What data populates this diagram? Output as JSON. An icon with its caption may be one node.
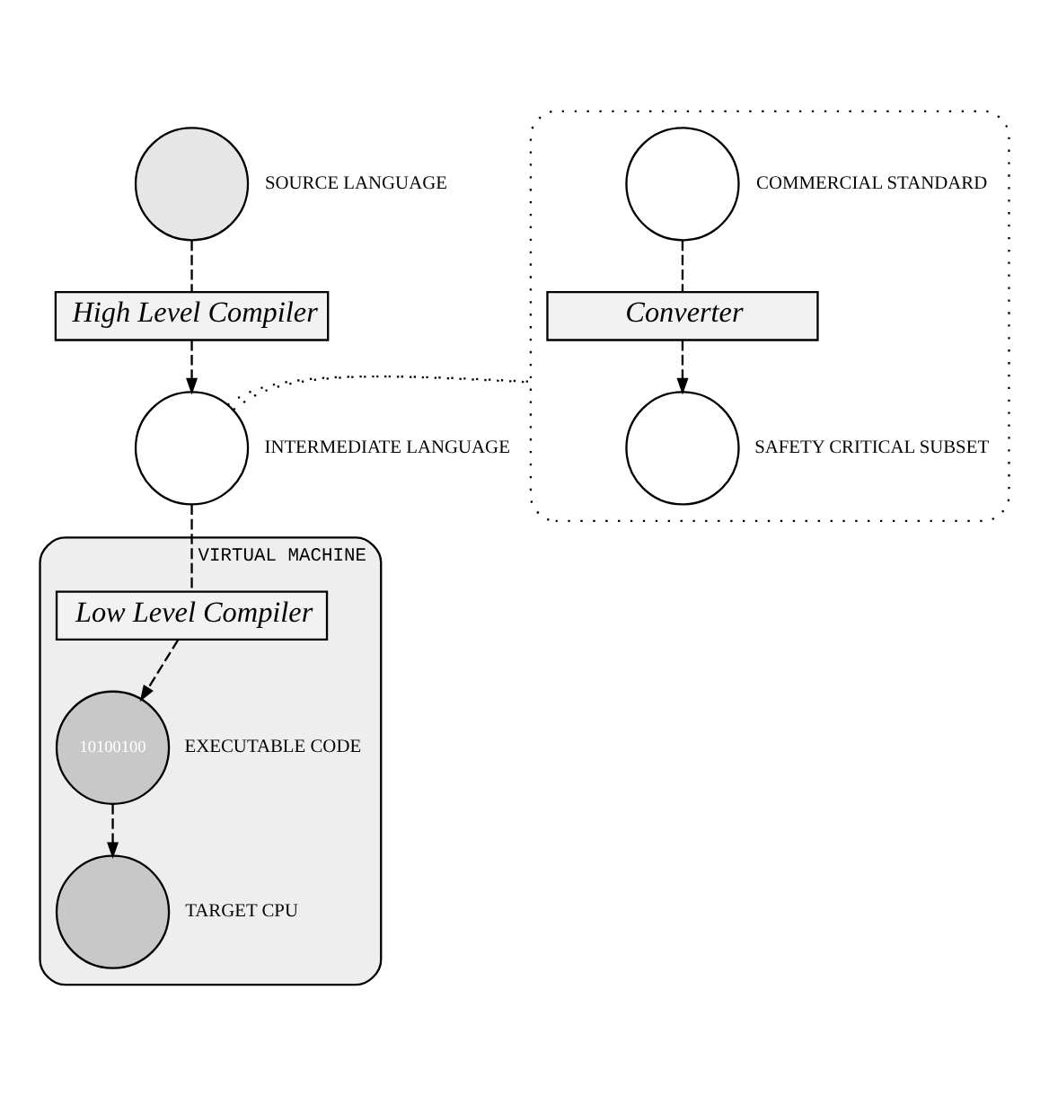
{
  "diagram": {
    "nodes": [
      {
        "text": [],
        "shape": "circle",
        "beside": [
          "SOURCE LANGUAGE"
        ]
      },
      {
        "text": [
          "High Level Compiler"
        ]
      },
      {
        "text": [],
        "shape": "ellipse"
      },
      {
        "text": [],
        "shape": "circle",
        "in": 2,
        "beside": [
          "COMMERCIAL STANDARD"
        ]
      },
      {
        "text": [],
        "shape": "circle",
        "beside": [
          "INTERMEDIATE LANGUAGE"
        ]
      },
      {
        "text": [
          "Converter"
        ],
        "in": 2
      },
      {
        "text": [],
        "shape": "circle",
        "in": 2,
        "beside": [
          "SAFETY CRITICAL SUBSET"
        ]
      },
      {
        "text": [
          "VIRTUAL MACHINE"
        ]
      },
      {
        "text": [
          "Low Level Compiler"
        ],
        "in": 7
      },
      {
        "text": [
          "10100100"
        ],
        "in": 7,
        "beside": [
          "EXECUTABLE CODE"
        ]
      },
      {
        "text": [],
        "shape": "circle",
        "in": 7,
        "beside": [
          "TARGET CPU"
        ]
      }
    ],
    "edges": [
      {
        "from": 0,
        "to": 1,
        "arrow": "none",
        "style": "dashed"
      },
      {
        "from": 1,
        "to": 4,
        "arrow": "to",
        "style": "dashed"
      },
      {
        "from": 4,
        "to": 2,
        "arrow": "none"
      },
      {
        "from": 4,
        "to": 2,
        "arrow": "none"
      },
      {
        "from": 3,
        "to": 5,
        "arrow": "none",
        "style": "dashed"
      },
      {
        "from": 5,
        "to": 6,
        "arrow": "to",
        "style": "dashed"
      },
      {
        "from": 4,
        "to": 8,
        "arrow": "none",
        "style": "dashed"
      },
      {
        "from": 8,
        "to": 9,
        "arrow": "to",
        "style": "dashed"
      },
      {
        "from": 9,
        "to": 10,
        "arrow": "to",
        "style": "dashed"
      }
    ]
  }
}
